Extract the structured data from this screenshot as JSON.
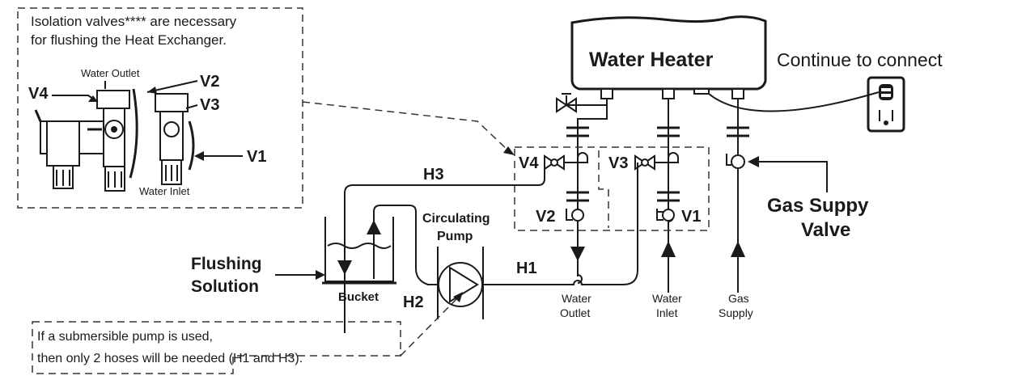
{
  "notes": {
    "isolation_line1": "Isolation valves**** are necessary",
    "isolation_line2": "for flushing the Heat Exchanger.",
    "submersible_line1": "If a submersible pump is used,",
    "submersible_line2": "then only 2 hoses will be needed (H1 and H3)."
  },
  "inset": {
    "water_outlet": "Water Outlet",
    "water_inlet": "Water Inlet",
    "v1": "V1",
    "v2": "V2",
    "v3": "V3",
    "v4": "V4"
  },
  "heater": {
    "title": "Water Heater",
    "continue": "Continue to connect"
  },
  "valves": {
    "v1": "V1",
    "v2": "V2",
    "v3": "V3",
    "v4": "V4"
  },
  "hoses": {
    "h1": "H1",
    "h2": "H2",
    "h3": "H3"
  },
  "pump": {
    "line1": "Circulating",
    "line2": "Pump"
  },
  "bucket": "Bucket",
  "flushing": {
    "line1": "Flushing",
    "line2": "Solution"
  },
  "gas_valve": {
    "line1": "Gas Suppy",
    "line2": "Valve"
  },
  "connections": {
    "water_outlet_1": "Water",
    "water_outlet_2": "Outlet",
    "water_inlet_1": "Water",
    "water_inlet_2": "Inlet",
    "gas_supply_1": "Gas",
    "gas_supply_2": "Supply"
  }
}
